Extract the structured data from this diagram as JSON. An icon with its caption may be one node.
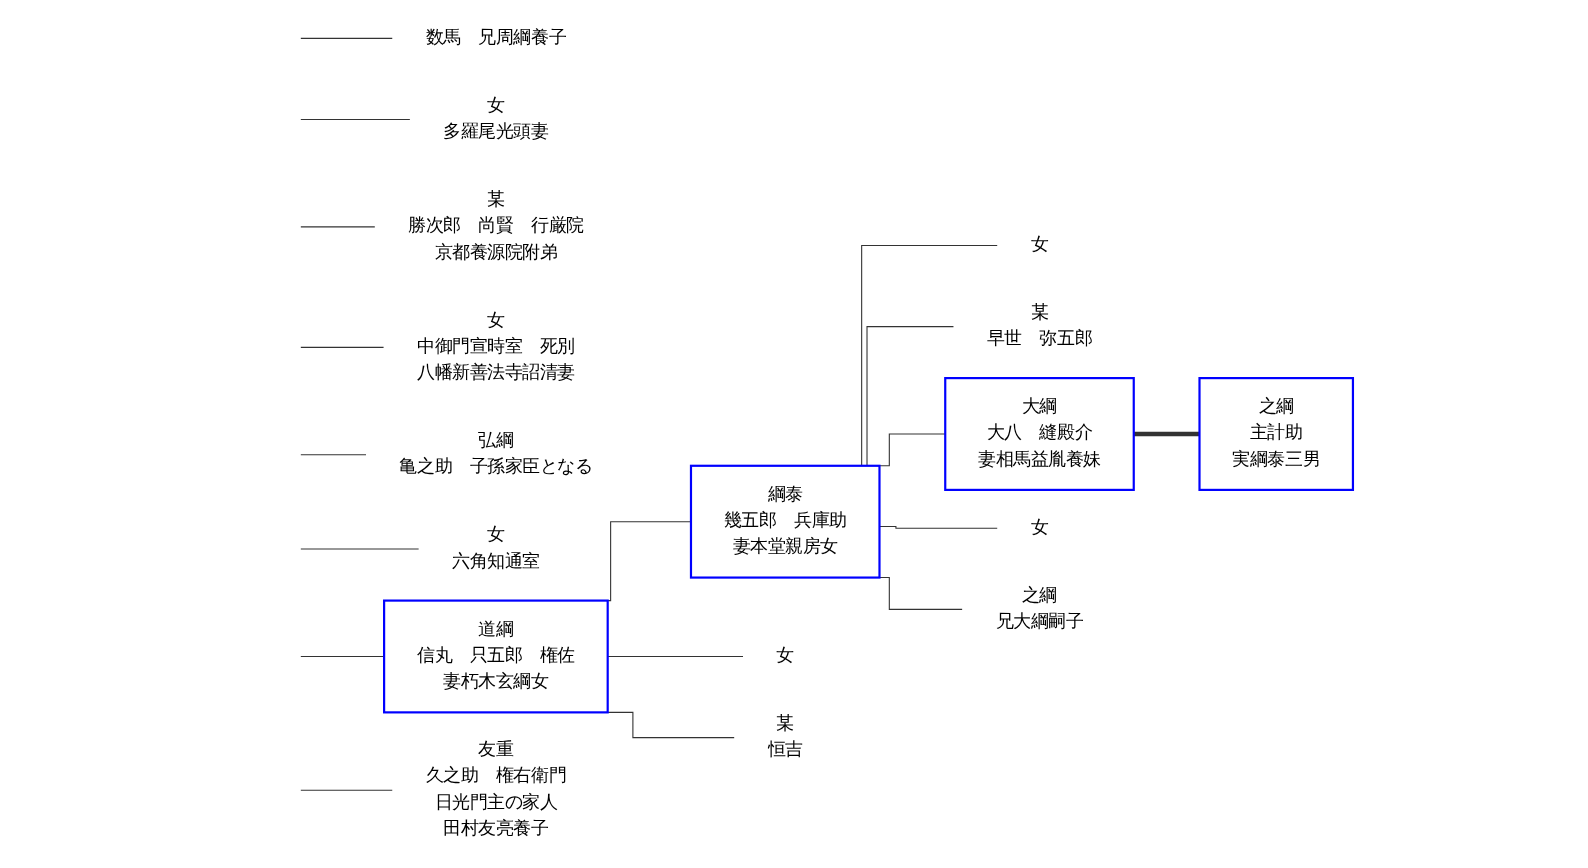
{
  "diagram": {
    "nodes": [
      {
        "text": [
          "数馬　兄周綱養子"
        ]
      },
      {
        "text": [
          "女",
          "多羅尾光頭妻"
        ]
      },
      {
        "text": [
          "某",
          "勝次郎　尚賢　行厳院",
          "京都養源院附弟"
        ]
      },
      {
        "text": [
          "女",
          "中御門宣時室　死別",
          "八幡新善法寺詔清妻"
        ]
      },
      {
        "text": [
          "弘綱",
          "亀之助　子孫家臣となる"
        ]
      },
      {
        "text": [
          "女",
          "六角知通室"
        ]
      },
      {
        "text": [
          "道綱",
          "信丸　只五郎　権佐",
          "妻朽木玄綱女"
        ]
      },
      {
        "text": [
          "友重",
          "久之助　権右衛門",
          "日光門主の家人",
          "田村友亮養子"
        ]
      },
      {
        "text": [
          "綱泰",
          "幾五郎　兵庫助",
          "妻本堂親房女"
        ]
      },
      {
        "text": [
          "女"
        ]
      },
      {
        "text": [
          "某",
          "恒吉"
        ]
      },
      {
        "text": [
          "女"
        ]
      },
      {
        "text": [
          "某",
          "早世　弥五郎"
        ]
      },
      {
        "text": [
          "大綱",
          "大八　縫殿介",
          "妻相馬益胤養妹"
        ]
      },
      {
        "text": [
          "之綱",
          "主計助",
          "実綱泰三男"
        ]
      },
      {
        "text": [
          "女"
        ]
      },
      {
        "text": [
          "之綱",
          "兄大綱嗣子"
        ]
      }
    ],
    "edges": [
      {
        "from": null,
        "to": 0,
        "arrow": "none"
      },
      {
        "from": null,
        "to": 1,
        "arrow": "none"
      },
      {
        "from": null,
        "to": 2,
        "arrow": "none"
      },
      {
        "from": null,
        "to": 3,
        "arrow": "none"
      },
      {
        "from": null,
        "to": 4,
        "arrow": "none"
      },
      {
        "from": null,
        "to": 5,
        "arrow": "none"
      },
      {
        "from": null,
        "to": 6,
        "arrow": "none"
      },
      {
        "from": null,
        "to": 7,
        "arrow": "none"
      },
      {
        "from": 6,
        "to": 8,
        "arrow": "none"
      },
      {
        "from": 6,
        "to": 9,
        "arrow": "none"
      },
      {
        "from": 6,
        "to": 10,
        "arrow": "none"
      },
      {
        "from": 8,
        "to": 11,
        "arrow": "none"
      },
      {
        "from": 8,
        "to": 12,
        "arrow": "none"
      },
      {
        "from": 8,
        "to": 13,
        "arrow": "none"
      },
      {
        "from": 8,
        "to": 15,
        "arrow": "none"
      },
      {
        "from": 8,
        "to": 16,
        "arrow": "none"
      },
      {
        "from": 13,
        "to": 14,
        "arrow": "none",
        "style": "thick"
      }
    ]
  }
}
